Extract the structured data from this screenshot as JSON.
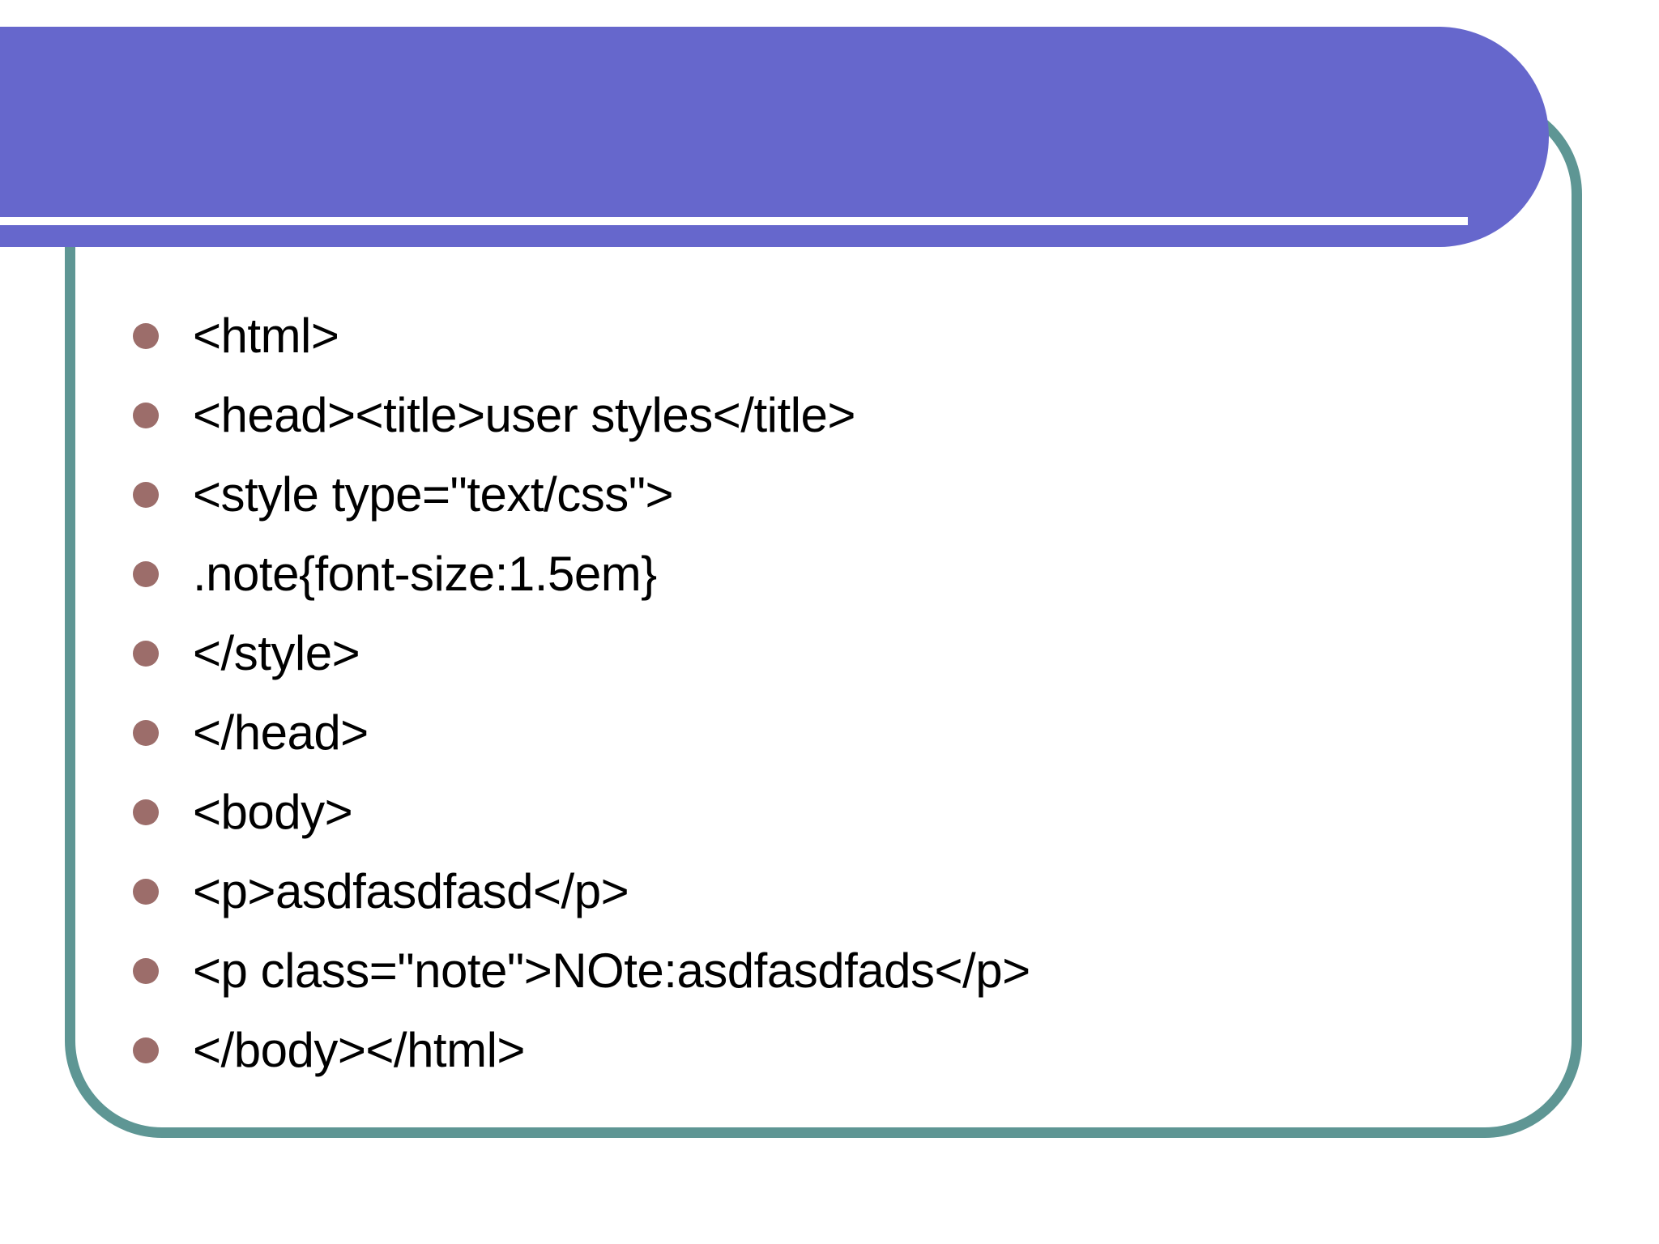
{
  "slide": {
    "background_color": "#ffffff",
    "title_banner": {
      "fill_color": "#6667CC",
      "rule_color": "#ffffff",
      "title_text": ""
    },
    "content_frame": {
      "border_color": "#5E9694"
    },
    "bullets": {
      "marker_color": "#9C6D6A",
      "text_color": "#000000",
      "items": [
        {
          "text": "<html>"
        },
        {
          "text": "<head><title>user styles</title>"
        },
        {
          "text": "<style type=\"text/css\">"
        },
        {
          "text": ".note{font-size:1.5em}"
        },
        {
          "text": "</style>"
        },
        {
          "text": "</head>"
        },
        {
          "text": "<body>"
        },
        {
          "text": "<p>asdfasdfasd</p>"
        },
        {
          "text": "<p class=\"note\">NOte:asdfasdfads</p>"
        },
        {
          "text": "</body></html>"
        }
      ]
    }
  }
}
